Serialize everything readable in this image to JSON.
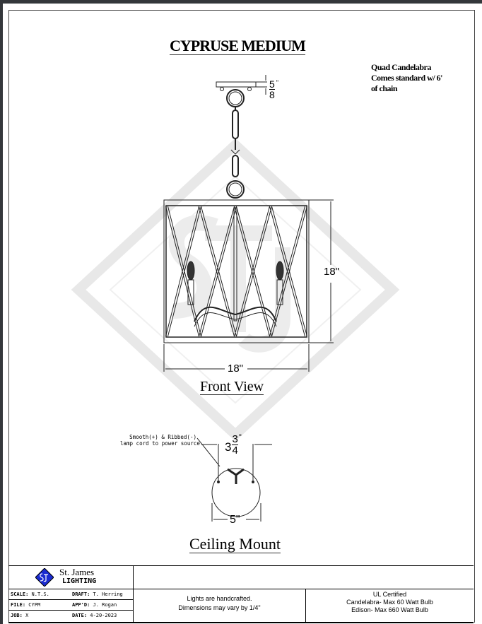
{
  "title": "CYPRUSE MEDIUM",
  "notes": [
    "Quad Candelabra",
    "Comes standard w/ 6'",
    "of chain"
  ],
  "dimensions": {
    "canopy_height_num": "5",
    "canopy_height_den": "8",
    "canopy_height_unit": "\"",
    "height": "18\"",
    "width": "18\"",
    "mount_spacing_whole": "3",
    "mount_spacing_num": "3",
    "mount_spacing_den": "4",
    "mount_spacing_unit": "\"",
    "canopy_diameter": "5\""
  },
  "labels": {
    "front_view": "Front View",
    "ceiling_mount": "Ceiling Mount",
    "cord_note_1": "Smooth(+) & Ribbed(-)",
    "cord_note_2": "lamp cord to power source"
  },
  "title_block": {
    "company_name": "St. James",
    "company_sub": "LIGHTING",
    "logo_text": "StJ",
    "scale_label": "SCALE:",
    "scale": "N.T.S.",
    "draft_label": "DRAFT:",
    "draft": "T. Herring",
    "file_label": "FILE:",
    "file": "CYPM",
    "appd_label": "APP'D:",
    "appd": "J. Rogan",
    "job_label": "JOB:",
    "job": "X",
    "date_label": "DATE:",
    "date": "4-20-2023",
    "note_1": "Lights are handcrafted.",
    "note_2": "Dimensions may vary by 1/4\"",
    "ul_1": "UL Certified",
    "ul_2": "Candelabra- Max 60 Watt Bulb",
    "ul_3": "Edison- Max 660 Watt Bulb"
  },
  "colors": {
    "logo": "#1a2bd0",
    "dim_text": "#000000",
    "watermark": "#e6e6e6"
  }
}
